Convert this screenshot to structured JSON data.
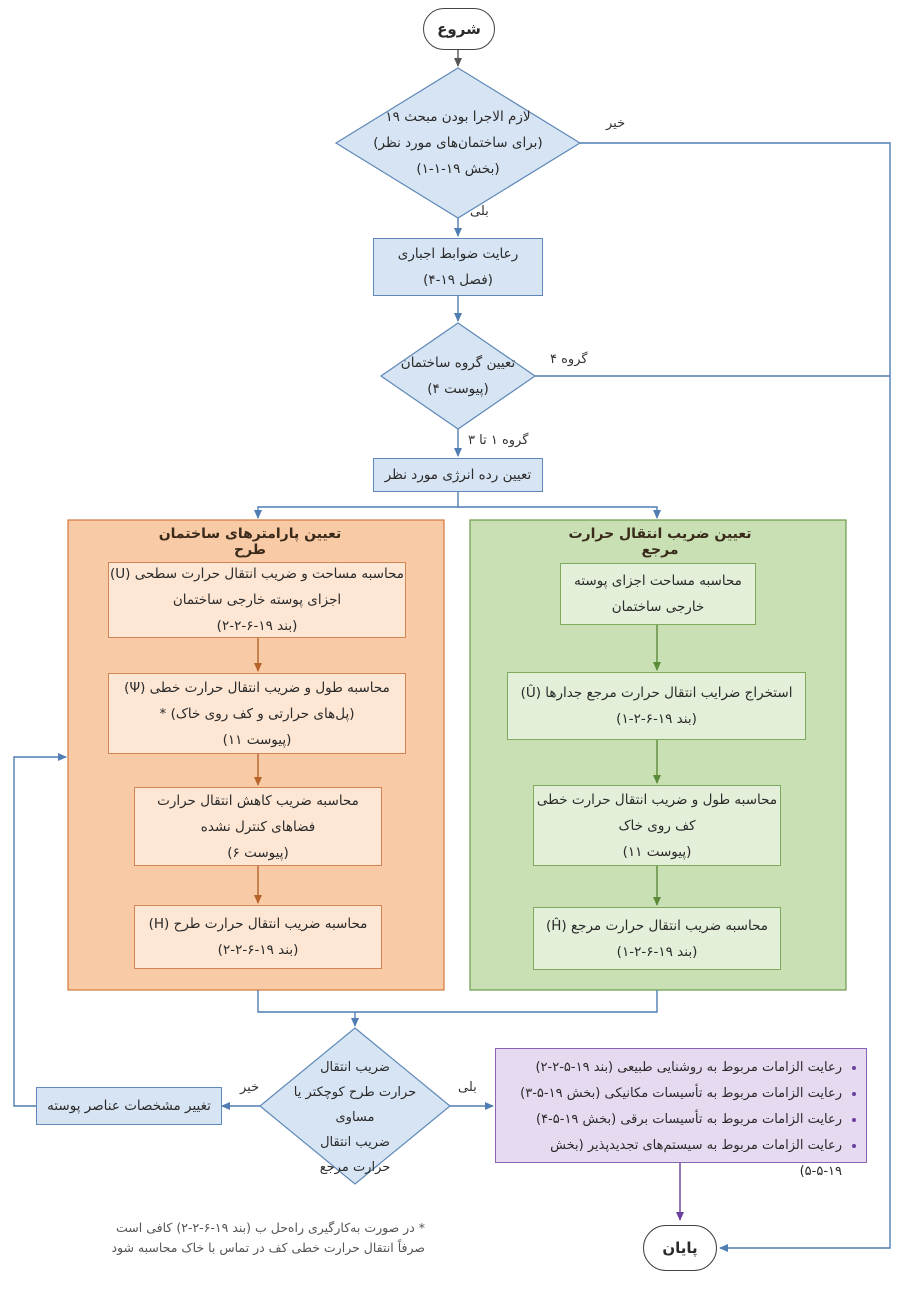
{
  "start": "شروع",
  "end": "پایان",
  "decision1": {
    "lines": [
      "لازم الاجرا بودن مبحث ۱۹",
      "(برای ساختمان‌های مورد نظر)",
      "(بخش ۱۹-۱-۱)"
    ],
    "yes_label": "بلی",
    "no_label": "خیر"
  },
  "process_mandatory": [
    "رعایت ضوابط اجباری",
    "(فصل ۱۹-۴)"
  ],
  "decision2": {
    "lines": [
      "تعیین گروه ساختمان",
      "(پیوست ۴)"
    ],
    "group4_label": "گروه ۴",
    "group1to3_label": "گروه ۱ تا ۳"
  },
  "process_energy": "تعیین رده انرژی مورد نظر",
  "design_group": {
    "title": "تعیین پارامترهای ساختمان طرح",
    "steps": [
      [
        "محاسبه مساحت و ضریب انتقال حرارت سطحی (U)",
        "اجزای پوسته خارجی ساختمان",
        "(بند ۱۹-۶-۲-۲)"
      ],
      [
        "محاسبه طول و ضریب انتقال حرارت خطی (Ψ)",
        "(پل‌های حرارتی و کف روی خاک) *",
        "(پیوست ۱۱)"
      ],
      [
        "محاسبه ضریب کاهش انتقال حرارت",
        "فضاهای کنترل نشده",
        "(پیوست ۶)"
      ],
      [
        "محاسبه ضریب انتقال حرارت طرح (H)",
        "(بند ۱۹-۶-۲-۲)"
      ]
    ]
  },
  "reference_group": {
    "title": "تعیین ضریب انتقال حرارت مرجع",
    "steps": [
      [
        "محاسبه مساحت اجزای پوسته",
        "خارجی ساختمان"
      ],
      [
        "استخراج ضرایب انتقال حرارت مرجع جدارها (Û)",
        "(بند ۱۹-۶-۲-۱)"
      ],
      [
        "محاسبه طول و ضریب انتقال حرارت خطی",
        "کف روی خاک",
        "(پیوست ۱۱)"
      ],
      [
        "محاسبه ضریب انتقال حرارت مرجع (Ĥ)",
        "(بند ۱۹-۶-۲-۱)"
      ]
    ]
  },
  "decision3": {
    "lines": [
      "ضریب انتقال",
      "حرارت طرح کوچکتر یا مساوی",
      "ضریب انتقال",
      "حرارت مرجع"
    ],
    "yes_label": "بلی",
    "no_label": "خیر"
  },
  "change_box": "تغییر مشخصات عناصر پوسته",
  "requirements": [
    "رعایت الزامات مربوط به روشنایی طبیعی (بند ۱۹-۵-۲-۲)",
    "رعایت الزامات مربوط به تأسیسات مکانیکی (بخش ۱۹-۵-۳)",
    "رعایت الزامات مربوط به تأسیسات برقی (بخش ۱۹-۵-۴)",
    "رعایت الزامات مربوط به سیستم‌های تجدیدپذیر (بخش ۱۹-۵-۵)"
  ],
  "footnote": [
    "*  در صورت به‌کارگیری راه‌حل ب (بند ۱۹-۶-۲-۲) کافی است",
    "صرفاً انتقال حرارت خطی کف در تماس با خاک محاسبه شود"
  ],
  "colors": {
    "blue_fill": "#d7e4f3",
    "blue_line": "#4f7db4",
    "orange_fill": "#f8caa6",
    "orange_line": "#b5652c",
    "green_fill": "#c8e0b4",
    "green_line": "#5b8a38",
    "purple_fill": "#e6daf0",
    "purple_line": "#6b3fa0"
  }
}
